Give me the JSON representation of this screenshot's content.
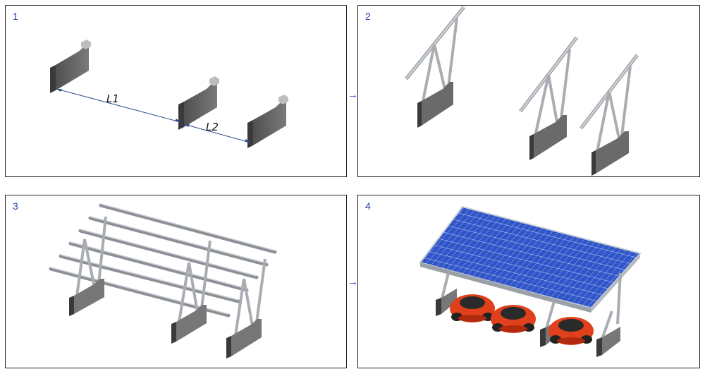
{
  "steps": [
    {
      "number": "1"
    },
    {
      "number": "2"
    },
    {
      "number": "3"
    },
    {
      "number": "4"
    }
  ],
  "dimensions": {
    "l1": "L1",
    "l2": "L2"
  },
  "arrows": [
    "→",
    "→"
  ],
  "colors": {
    "frame_border": "#222222",
    "step_number": "#1d3fa8",
    "arrow": "#2246c9",
    "concrete": "#6e6e6e",
    "steel": "#b9bdc3",
    "panel_blue": "#2f55c8",
    "car_red": "#e0401c"
  }
}
